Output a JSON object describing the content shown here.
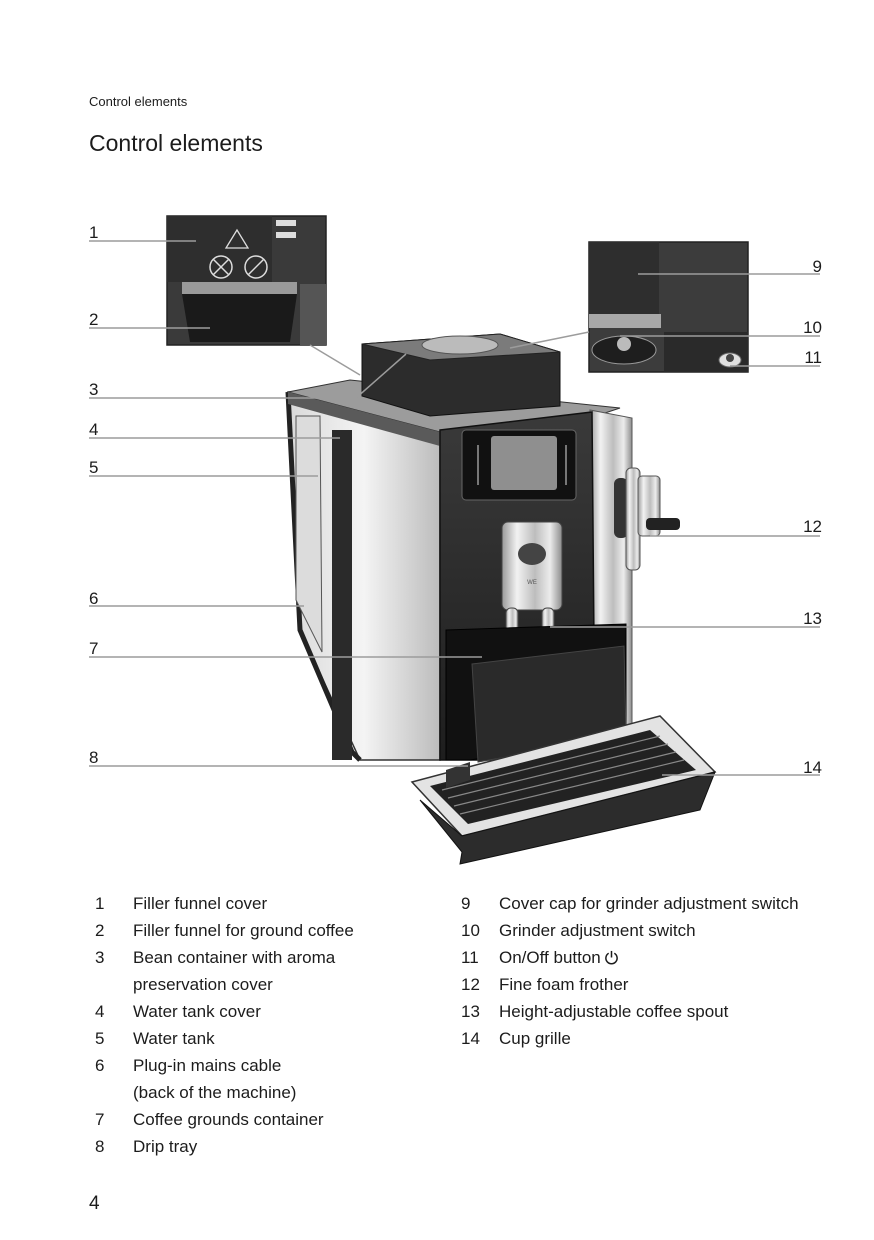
{
  "header": {
    "running_title": "Control elements"
  },
  "page_title": "Control elements",
  "callouts": [
    "1",
    "2",
    "3",
    "4",
    "5",
    "6",
    "7",
    "8",
    "9",
    "10",
    "11",
    "12",
    "13",
    "14"
  ],
  "legend": {
    "left": [
      {
        "num": "1",
        "lines": [
          "Filler funnel cover"
        ]
      },
      {
        "num": "2",
        "lines": [
          "Filler funnel for ground coffee"
        ]
      },
      {
        "num": "3",
        "lines": [
          "Bean container with aroma",
          "preservation cover"
        ]
      },
      {
        "num": "4",
        "lines": [
          "Water tank cover"
        ]
      },
      {
        "num": "5",
        "lines": [
          "Water tank"
        ]
      },
      {
        "num": "6",
        "lines": [
          "Plug-in mains cable",
          "(back of the machine)"
        ]
      },
      {
        "num": "7",
        "lines": [
          "Coffee grounds container"
        ]
      },
      {
        "num": "8",
        "lines": [
          "Drip tray"
        ]
      }
    ],
    "right": [
      {
        "num": "9",
        "lines": [
          "Cover cap for grinder adjustment switch"
        ]
      },
      {
        "num": "10",
        "lines": [
          "Grinder adjustment switch"
        ]
      },
      {
        "num": "11",
        "lines": [
          "On/Off button"
        ],
        "icon": "power-icon"
      },
      {
        "num": "12",
        "lines": [
          "Fine foam frother"
        ]
      },
      {
        "num": "13",
        "lines": [
          "Height-adjustable coffee spout"
        ]
      },
      {
        "num": "14",
        "lines": [
          "Cup grille"
        ]
      }
    ]
  },
  "page_number": "4"
}
